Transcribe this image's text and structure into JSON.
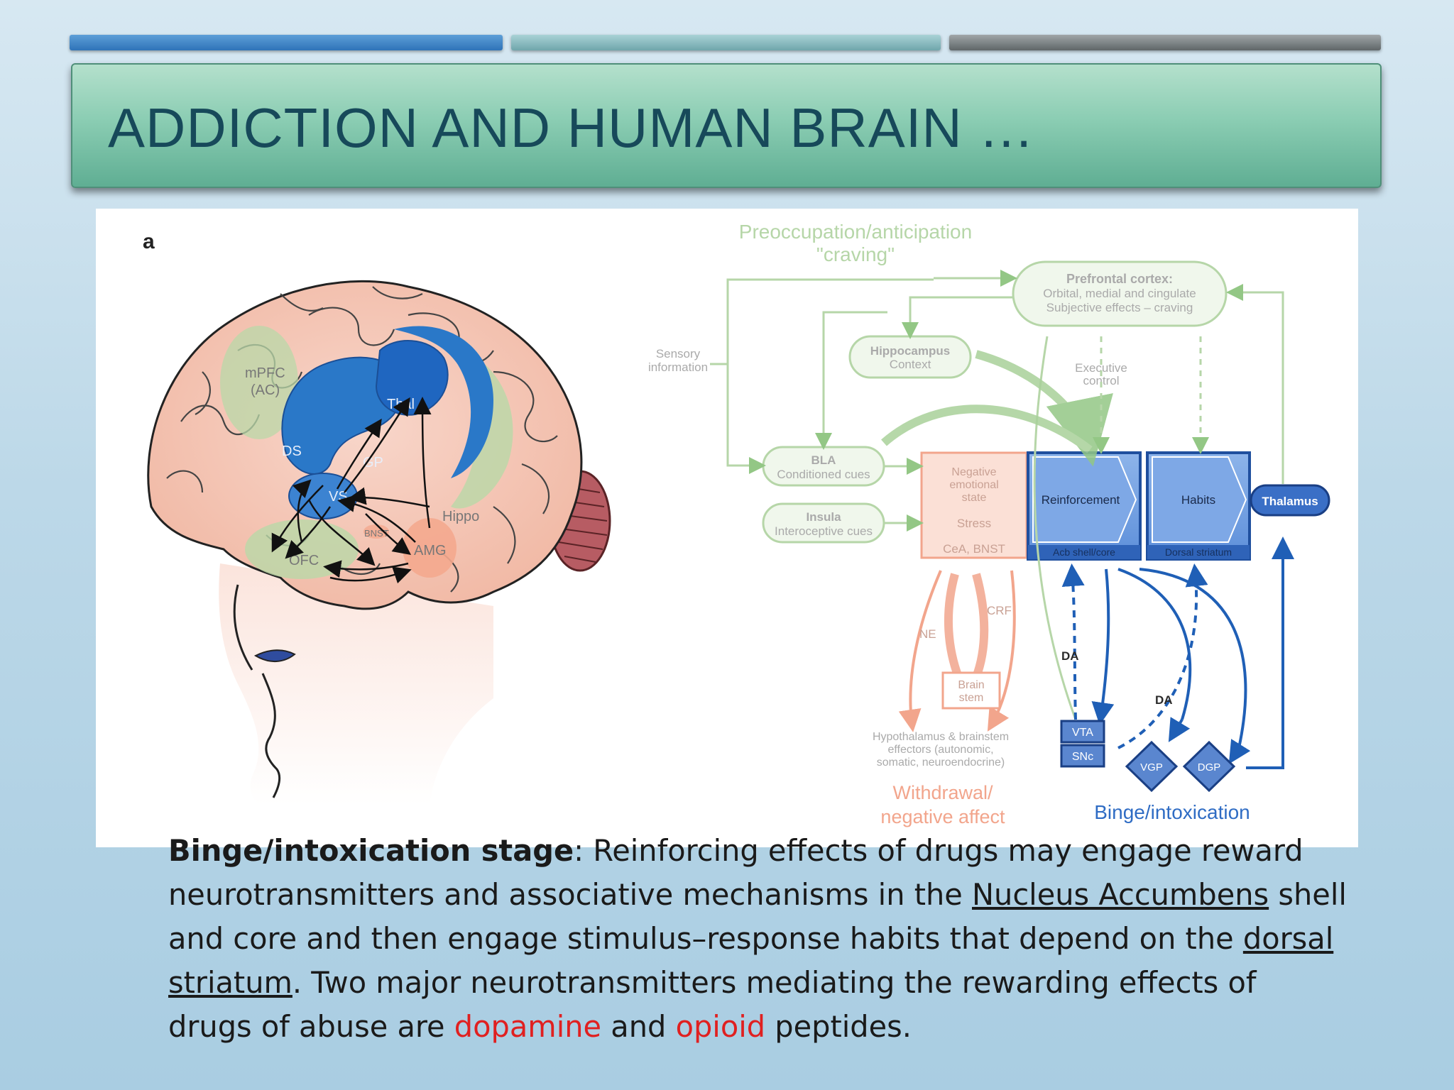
{
  "slide": {
    "title": "ADDICTION AND HUMAN BRAIN …"
  },
  "figure": {
    "panel_letter": "a",
    "brain_labels": {
      "mpfc": "mPFC",
      "ac": "(AC)",
      "ds": "DS",
      "gp": "GP",
      "thal": "Thal",
      "vs": "VS",
      "hippo": "Hippo",
      "bnst": "BNST",
      "ofc": "OFC",
      "amg": "AMG"
    },
    "diagram": {
      "preoccupation_line1": "Preoccupation/anticipation",
      "preoccupation_line2": "\"craving\"",
      "prefrontal_title": "Prefrontal cortex:",
      "prefrontal_line2": "Orbital, medial and cingulate",
      "prefrontal_line3": "Subjective effects – craving",
      "sensory_line1": "Sensory",
      "sensory_line2": "information",
      "hippocampus_title": "Hippocampus",
      "hippocampus_sub": "Context",
      "executive_line1": "Executive",
      "executive_line2": "control",
      "bla_title": "BLA",
      "bla_sub": "Conditioned cues",
      "insula_title": "Insula",
      "insula_sub": "Interoceptive cues",
      "negative_line1": "Negative",
      "negative_line2": "emotional",
      "negative_line3": "state",
      "stress": "Stress",
      "cea_bnst": "CeA, BNST",
      "reinforcement": "Reinforcement",
      "acb_shell": "Acb shell/core",
      "habits": "Habits",
      "dorsal_striatum": "Dorsal striatum",
      "thalamus": "Thalamus",
      "crf": "CRF",
      "ne": "NE",
      "brain_stem_line1": "Brain",
      "brain_stem_line2": "stem",
      "da_1": "DA",
      "da_2": "DA",
      "vta": "VTA",
      "snc": "SNc",
      "vgp": "VGP",
      "dgp": "DGP",
      "hypothalamus_line1": "Hypothalamus & brainstem",
      "hypothalamus_line2": "effectors (autonomic,",
      "hypothalamus_line3": "somatic, neuroendocrine)",
      "withdrawal_line1": "Withdrawal/",
      "withdrawal_line2": "negative affect",
      "binge": "Binge/intoxication"
    }
  },
  "caption": {
    "bold_lead": "Binge/intoxication stage",
    "part1": ": Reinforcing effects of drugs may engage reward neurotransmitters and associative mechanisms in the ",
    "link1": "Nucleus Accumbens",
    "part2": " shell and core and then engage stimulus–response habits that depend on the ",
    "link2": "dorsal striatum",
    "part3": ". Two major neurotransmitters mediating the rewarding effects of drugs of abuse are ",
    "red1": "dopamine",
    "part4": " and ",
    "red2": "opioid",
    "part5": " peptides."
  },
  "colors": {
    "title_text": "#17495a",
    "title_bar": "#8bcdb3",
    "stripe_blue": "#2f73b8",
    "stripe_teal": "#6fa6ab",
    "stripe_gray": "#5f6668",
    "green_path": "#a9d19a",
    "blue_box": "#2f6cc4",
    "salmon": "#f2a58c",
    "highlight_red": "#e02020"
  }
}
